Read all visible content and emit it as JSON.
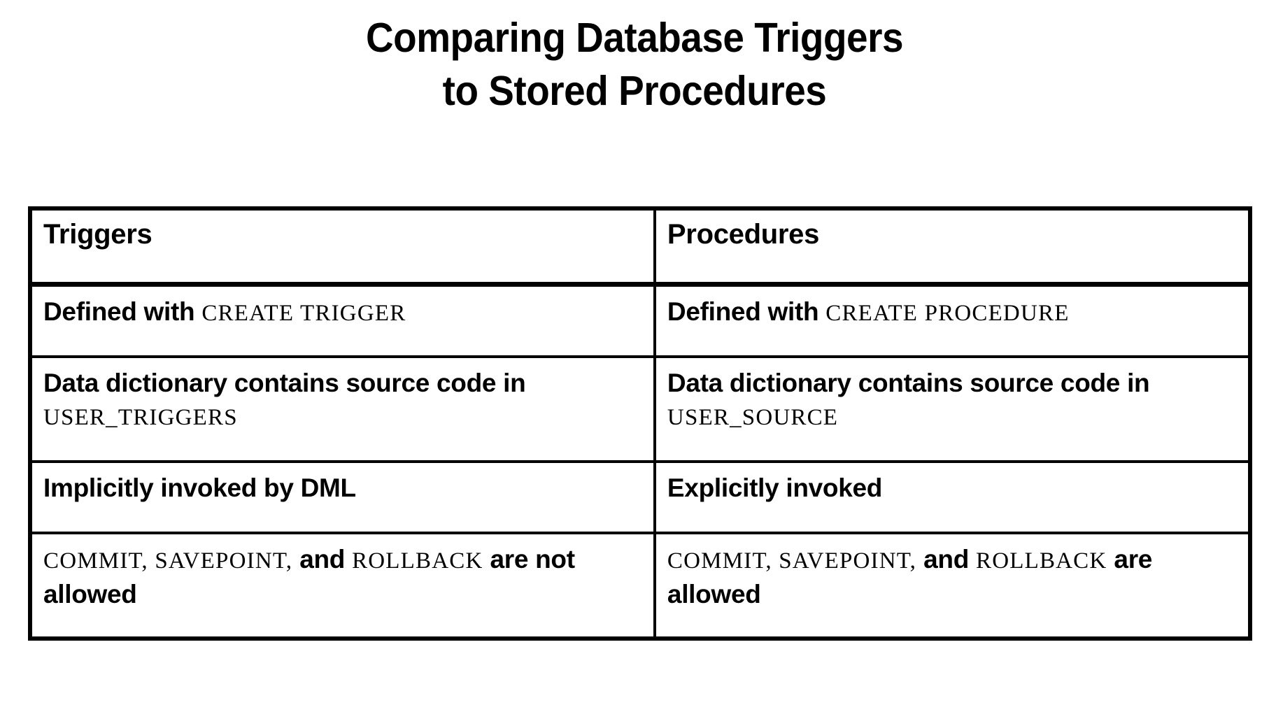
{
  "slide": {
    "background_color": "#ffffff",
    "text_color": "#000000",
    "title": {
      "line1": "Comparing Database Triggers",
      "line2": "to Stored Procedures"
    }
  },
  "table": {
    "columns": [
      {
        "header": "Triggers"
      },
      {
        "header": "Procedures"
      }
    ],
    "rows": [
      {
        "triggers": {
          "prose_1": "Defined with ",
          "code_1": "CREATE  TRIGGER",
          "prose_2": "",
          "code_2": "",
          "prose_3": ""
        },
        "procedures": {
          "prose_1": "Defined with ",
          "code_1": "CREATE  PROCEDURE",
          "prose_2": "",
          "code_2": "",
          "prose_3": ""
        }
      },
      {
        "triggers": {
          "prose_1": "Data dictionary contains source code in ",
          "code_1": "USER_TRIGGERS",
          "prose_2": "",
          "code_2": "",
          "prose_3": ""
        },
        "procedures": {
          "prose_1": "Data dictionary contains source code in ",
          "code_1": "USER_SOURCE",
          "prose_2": "",
          "code_2": "",
          "prose_3": ""
        }
      },
      {
        "triggers": {
          "prose_1": "Implicitly invoked by DML",
          "code_1": "",
          "prose_2": "",
          "code_2": "",
          "prose_3": ""
        },
        "procedures": {
          "prose_1": "Explicitly invoked",
          "code_1": "",
          "prose_2": "",
          "code_2": "",
          "prose_3": ""
        }
      },
      {
        "triggers": {
          "prose_1": "",
          "code_1": "COMMIT, SAVEPOINT,",
          "prose_2": " and ",
          "code_2": "ROLLBACK",
          "prose_3": " are not allowed"
        },
        "procedures": {
          "prose_1": "",
          "code_1": "COMMIT, SAVEPOINT,",
          "prose_2": " and ",
          "code_2": "ROLLBACK",
          "prose_3": " are allowed"
        }
      }
    ]
  }
}
